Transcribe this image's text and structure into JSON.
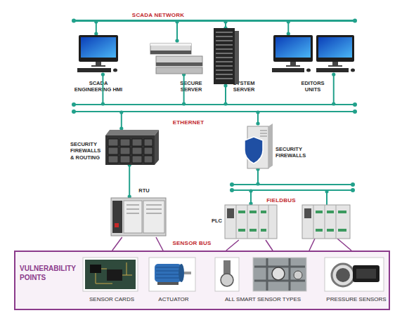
{
  "diagram": {
    "nodes": [
      {
        "text": [
          "SCADA NETWORK"
        ]
      },
      {
        "text": [
          "SCADA ENGINEERING HMI"
        ]
      },
      {
        "text": [
          "SECURE SERVER"
        ]
      },
      {
        "text": [
          "SYSTEM SERVER"
        ]
      },
      {
        "text": [
          "EDITORS UNITS"
        ]
      },
      {
        "text": [
          "ETHERNET"
        ]
      },
      {
        "text": [
          "SECURITY FIREWALLS & ROUTING"
        ]
      },
      {
        "text": [
          "SECURITY FIREWALLS"
        ]
      },
      {
        "text": [
          "FIELDBUS"
        ]
      },
      {
        "text": [
          "RTU"
        ]
      },
      {
        "text": [
          "PLC"
        ]
      },
      {
        "text": [
          "VULNERABILITY POINTS"
        ]
      },
      {
        "text": [
          "SENSOR CARDS"
        ],
        "in": 11
      },
      {
        "text": [
          "ACTUATOR"
        ],
        "in": 11
      },
      {
        "text": [
          "ALL SMART SENSOR TYPES"
        ],
        "in": 11
      },
      {
        "text": [
          "PRESSURE SENSORS"
        ],
        "in": 11
      }
    ],
    "edges": [
      {
        "from": 1,
        "to": 0,
        "arrow": "none"
      },
      {
        "from": 1,
        "to": 5,
        "arrow": "none"
      },
      {
        "from": 2,
        "to": 0,
        "arrow": "none"
      },
      {
        "from": 2,
        "to": 5,
        "arrow": "none"
      },
      {
        "from": 3,
        "to": 0,
        "arrow": "none"
      },
      {
        "from": 3,
        "to": 5,
        "arrow": "none"
      },
      {
        "from": 4,
        "to": 0,
        "arrow": "none"
      },
      {
        "from": 4,
        "to": 5,
        "arrow": "none"
      },
      {
        "from": 5,
        "to": 6,
        "arrow": "none"
      },
      {
        "from": 5,
        "to": 7,
        "arrow": "none"
      },
      {
        "from": 7,
        "to": 8,
        "arrow": "none"
      },
      {
        "from": 6,
        "to": 9,
        "arrow": "none"
      },
      {
        "from": 9,
        "to": 11,
        "arrow": "none"
      },
      {
        "from": 10,
        "to": 8,
        "arrow": "none"
      },
      {
        "from": 10,
        "to": 11,
        "arrow": "none"
      }
    ],
    "labels": [
      "SENSOR BUS"
    ]
  }
}
